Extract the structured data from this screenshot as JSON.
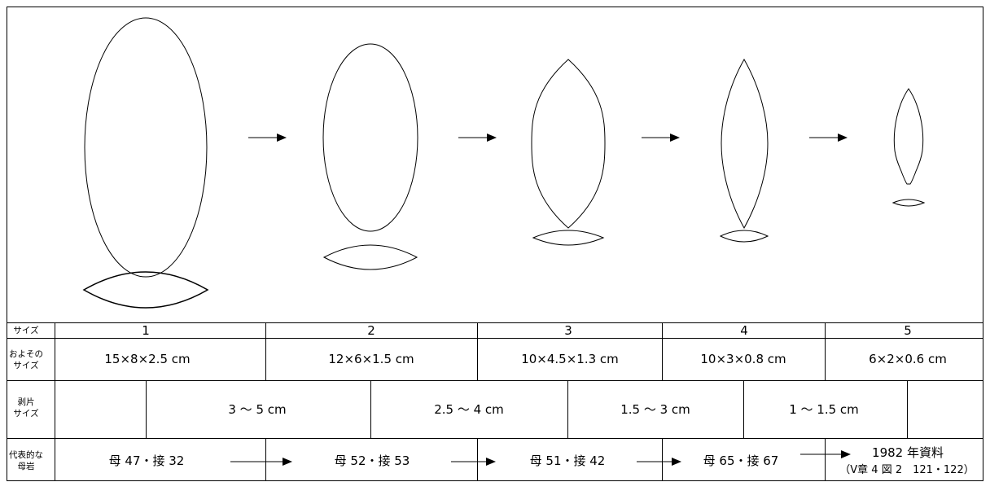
{
  "row_headers": {
    "size": "サイズ",
    "approx_line1": "およその",
    "approx_line2": "サイズ",
    "flake_line1": "剥片",
    "flake_line2": "サイズ",
    "rep_line1": "代表的な",
    "rep_line2": "母岩"
  },
  "stages": [
    "1",
    "2",
    "3",
    "4",
    "5"
  ],
  "approx_sizes": [
    "15×8×2.5 cm",
    "12×6×1.5 cm",
    "10×4.5×1.3 cm",
    "10×3×0.8 cm",
    "6×2×0.6 cm"
  ],
  "flake_sizes": [
    "3 ～ 5 cm",
    "2.5 ～ 4 cm",
    "1.5 ～ 3 cm",
    "1 ～ 1.5 cm"
  ],
  "representatives": [
    "母 47・接 32",
    "母 52・接 53",
    "母 51・接 42",
    "母 65・接 67"
  ],
  "final_ref_line1": "1982 年資料",
  "final_ref_line2": "（Ⅴ章 4 図 2　121・122）"
}
